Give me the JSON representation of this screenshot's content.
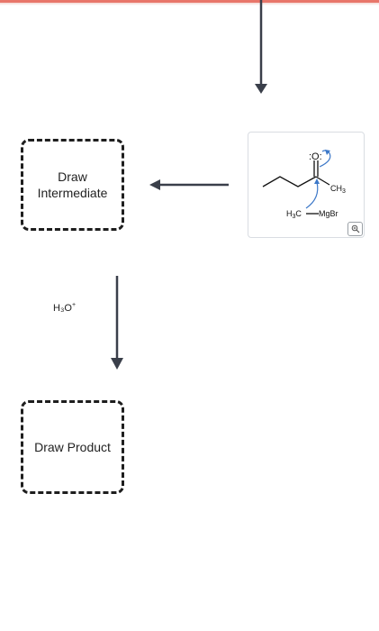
{
  "boxes": {
    "intermediate_label_line1": "Draw",
    "intermediate_label_line2": "Intermediate",
    "product_label": "Draw Product"
  },
  "reagent": {
    "base": "H₃O",
    "charge": "+"
  },
  "molecule": {
    "oxygen": ":O:",
    "methyl": "CH3",
    "grignard_h3c": "H3C",
    "grignard_mgbr": "MgBr"
  },
  "icons": {
    "zoom": "magnifier-icon"
  },
  "colors": {
    "top_bar": "#e8766a",
    "arrow": "#3a3f4a",
    "curved_arrow": "#3c78c8"
  }
}
